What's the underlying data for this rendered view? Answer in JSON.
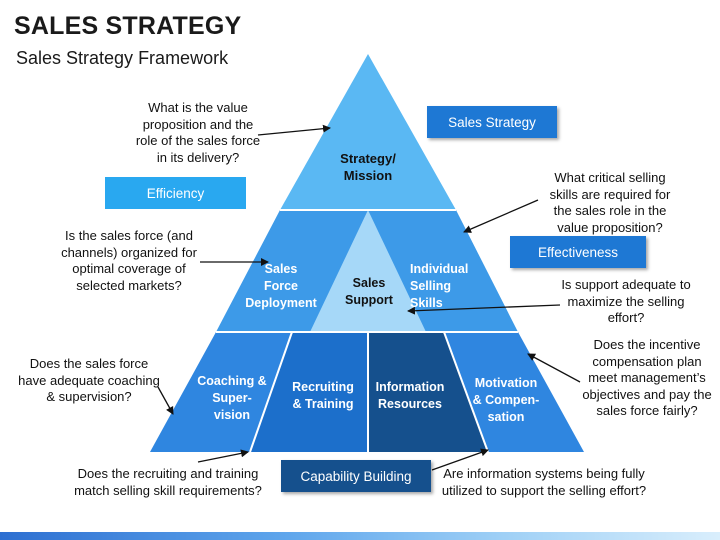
{
  "header": {
    "title": "SALES STRATEGY",
    "subtitle": "Sales Strategy Framework"
  },
  "pyramid": {
    "top": "Strategy/\nMission",
    "left_mid": "Sales\nForce\nDeployment",
    "center": "Sales\nSupport",
    "right_mid": "Individual\nSelling\nSkills",
    "bottom_1": "Coaching &\nSuper-\nvision",
    "bottom_2": "Recruiting\n& Training",
    "bottom_3": "Information\nResources",
    "bottom_4": "Motivation\n& Compen-\nsation"
  },
  "labels": {
    "sales_strategy": "Sales Strategy",
    "efficiency": "Efficiency",
    "effectiveness": "Effectiveness",
    "capability_building": "Capability Building"
  },
  "questions": {
    "value_proposition": "What is the value proposition and the role of the sales force in its delivery?",
    "critical_skills": "What critical selling skills are required for the sales role in the value proposition?",
    "organized": "Is the sales force (and channels) organized for optimal coverage of selected markets?",
    "support": "Is support adequate to maximize the selling effort?",
    "coaching": "Does the sales force have adequate coaching & supervision?",
    "incentive": "Does the incentive compensation plan meet management’s objectives and pay the sales force fairly?",
    "recruiting": "Does the recruiting and training match selling skill requirements?",
    "information": "Are information systems being fully utilized to support the selling effort?"
  },
  "colors": {
    "tier_top": "#5ab8f3",
    "tier_mid": "#3d9ae8",
    "tier_center": "#a6d8f8",
    "coaching": "#2f86e0",
    "recruiting": "#1c6fcb",
    "information": "#15508d",
    "motivation": "#2f86e0"
  }
}
